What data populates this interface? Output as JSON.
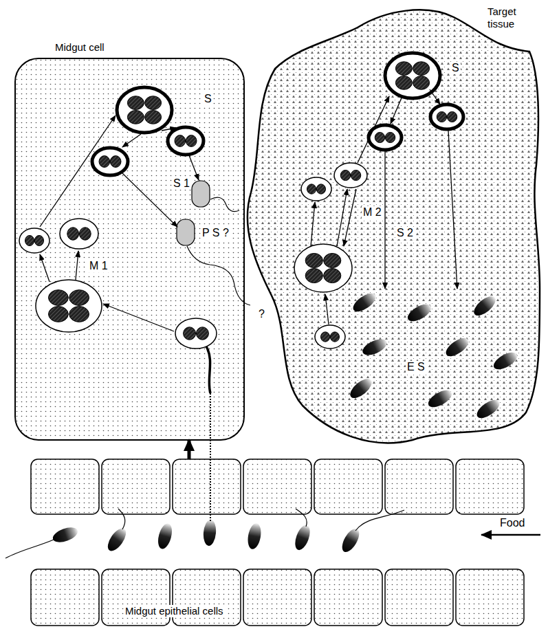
{
  "diagram": {
    "nodes": [
      {
        "text": [
          "Midgut cell"
        ]
      },
      {
        "text": [
          "Target tissue"
        ]
      },
      {
        "text": [
          "Midgut epithelial cells"
        ]
      }
    ],
    "edges": [
      {
        "from": 2,
        "to": 0,
        "arrow": "to"
      }
    ],
    "labels": [
      "S",
      "S 1",
      "P S ?",
      "?",
      "M 1",
      "S",
      "M 2",
      "S 2",
      "E S",
      "Food"
    ]
  }
}
